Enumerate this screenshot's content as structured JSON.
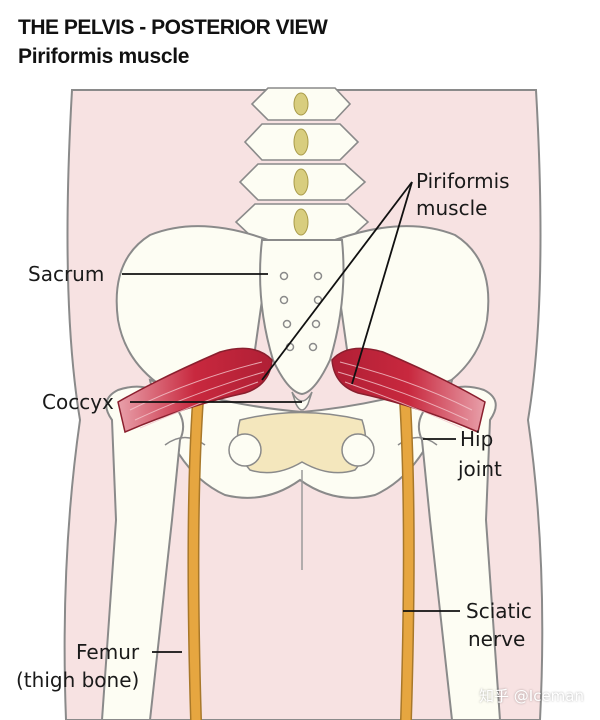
{
  "title": "THE PELVIS - POSTERIOR VIEW",
  "subtitle": "Piriformis muscle",
  "labels": {
    "piriformis_line1": "Piriformis",
    "piriformis_line2": "muscle",
    "sacrum": "Sacrum",
    "coccyx": "Coccyx",
    "hip_line1": "Hip",
    "hip_line2": "joint",
    "sciatic_line1": "Sciatic",
    "sciatic_line2": "nerve",
    "femur_line1": "Femur",
    "femur_line2": "(thigh bone)"
  },
  "watermark": "知乎 @Iceman",
  "colors": {
    "skin": "#f7e2e2",
    "bone": "#fdfdf3",
    "vertebra_disc": "#d8cd7e",
    "muscle": "#c8283e",
    "nerve": "#e6a640",
    "pelvic_opening": "#f4e7bd"
  }
}
